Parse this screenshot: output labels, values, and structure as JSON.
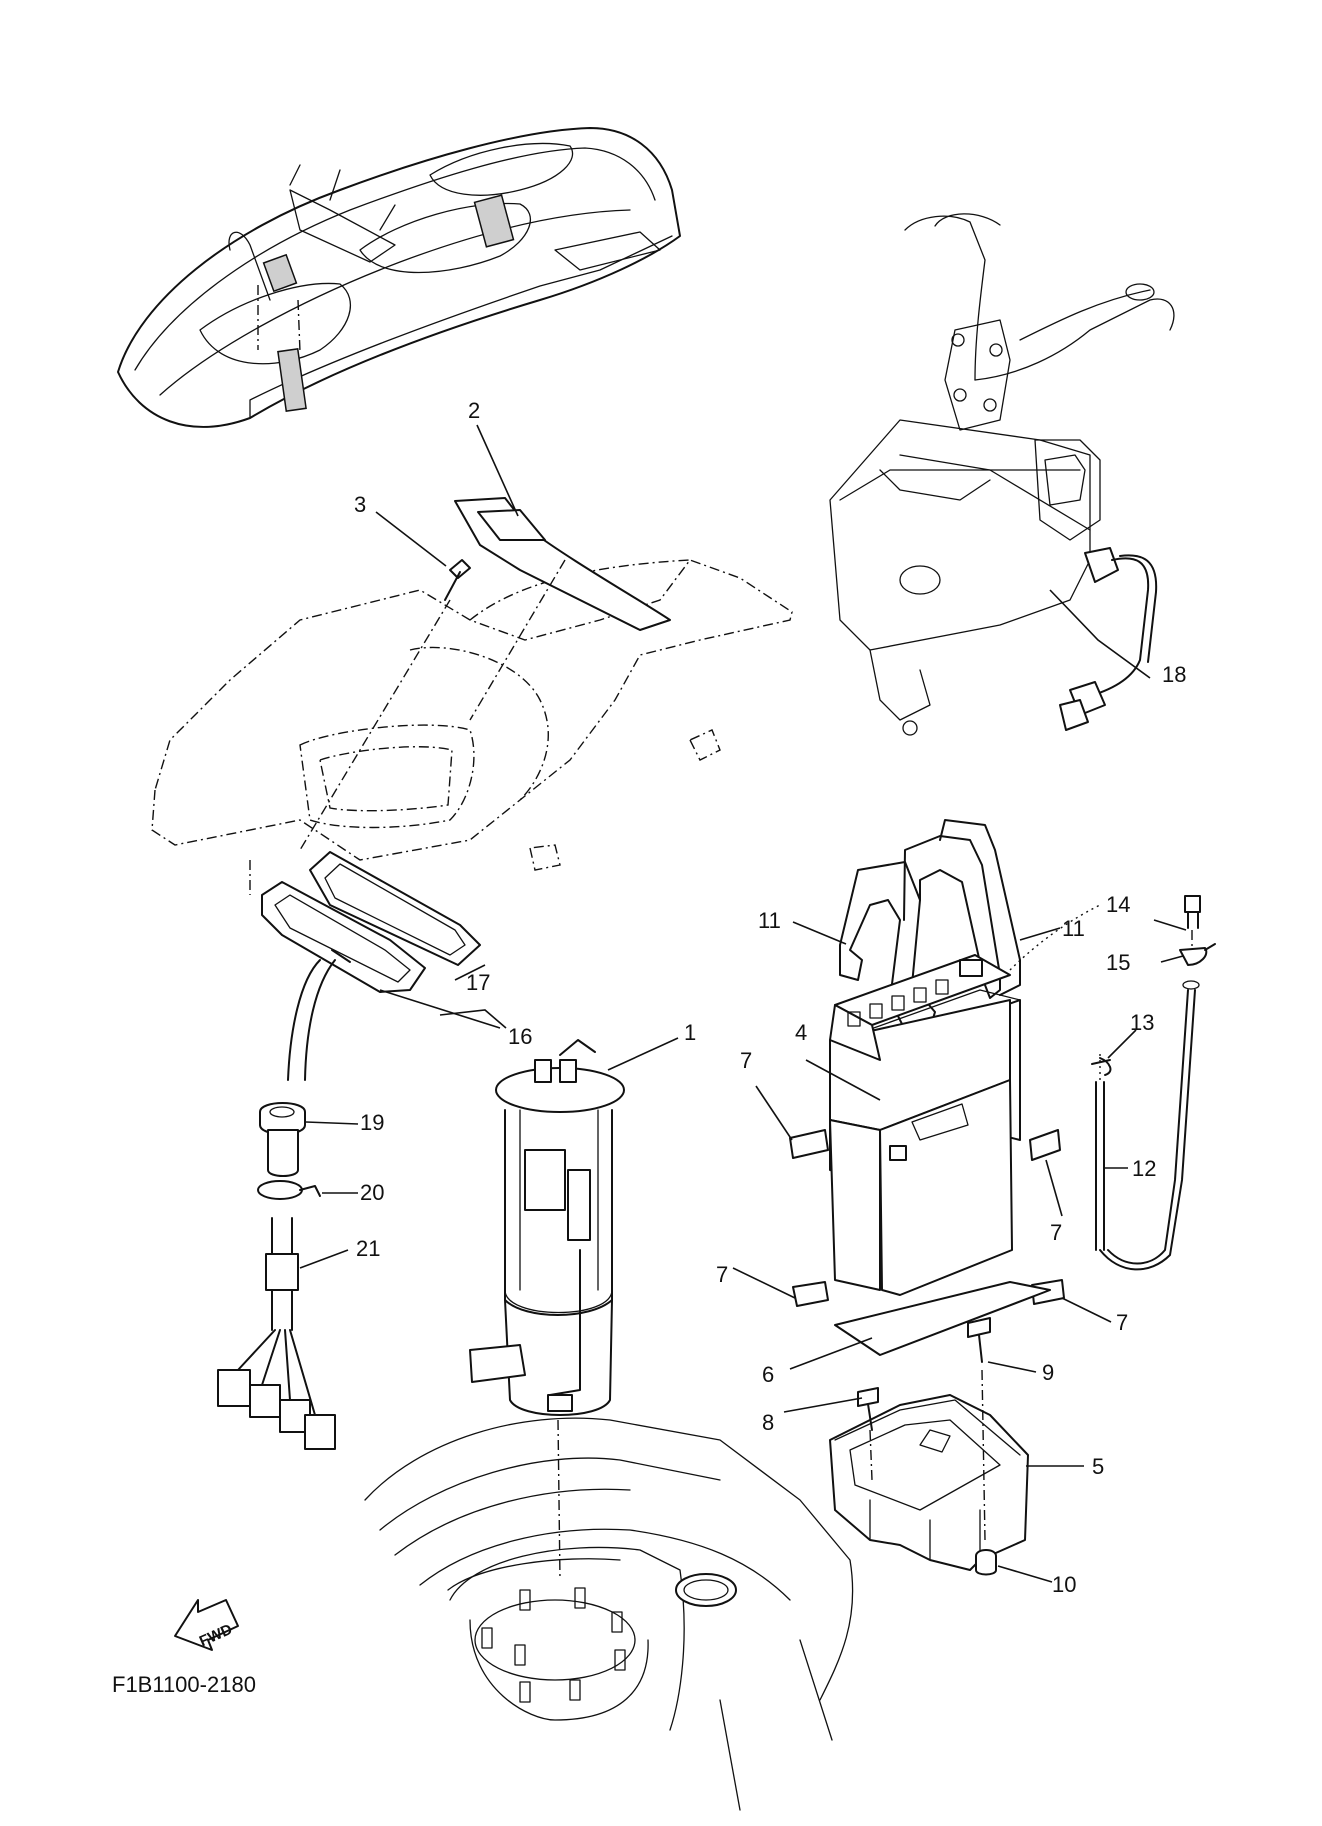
{
  "drawing_code": "F1B1100-2180",
  "fwd_label": "FWD",
  "callouts": {
    "c1": "1",
    "c2": "2",
    "c3": "3",
    "c4": "4",
    "c5": "5",
    "c6": "6",
    "c7a": "7",
    "c7b": "7",
    "c7c": "7",
    "c7d": "7",
    "c8": "8",
    "c9": "9",
    "c10": "10",
    "c11a": "11",
    "c11b": "11",
    "c12": "12",
    "c13": "13",
    "c14": "14",
    "c15": "15",
    "c16": "16",
    "c17": "17",
    "c18": "18",
    "c19": "19",
    "c20": "20",
    "c21": "21"
  }
}
